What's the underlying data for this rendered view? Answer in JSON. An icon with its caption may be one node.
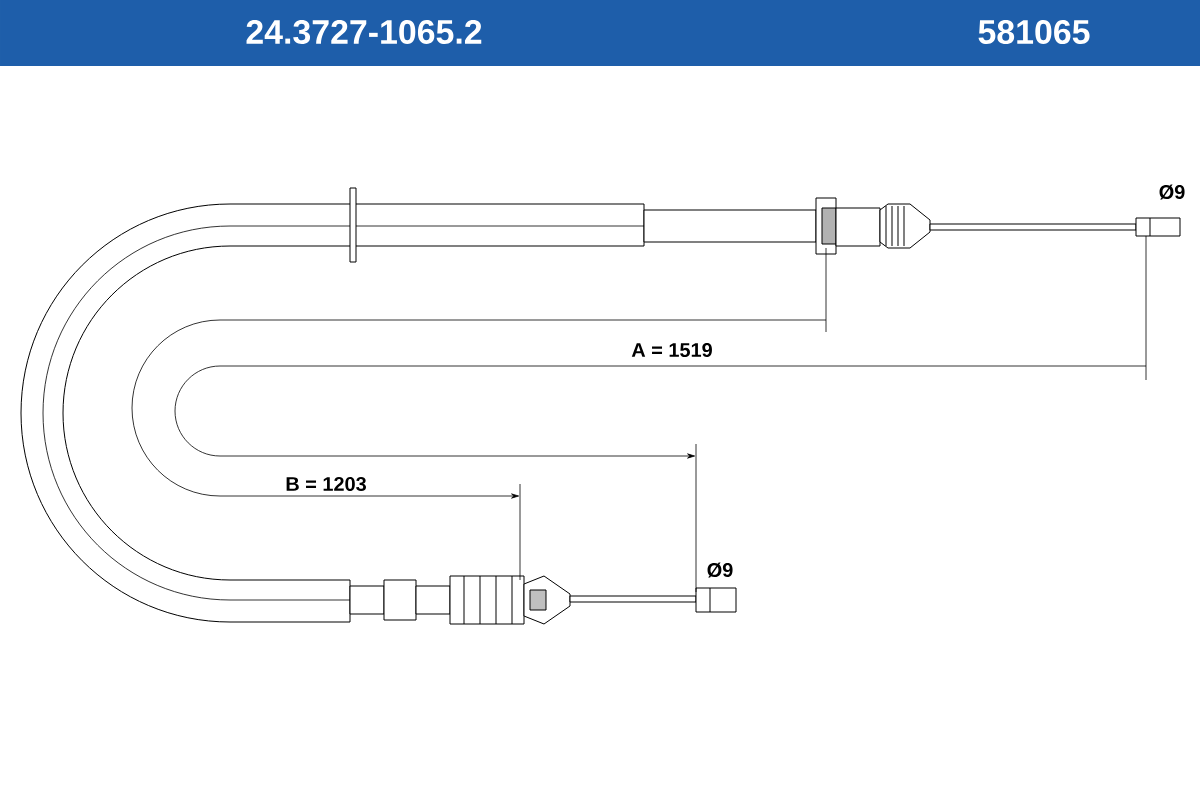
{
  "diagram": {
    "labels": [
      "24.3727-1065.2",
      "581065",
      "Ø9",
      "A = 1519",
      "B = 1203",
      "Ø9"
    ]
  }
}
